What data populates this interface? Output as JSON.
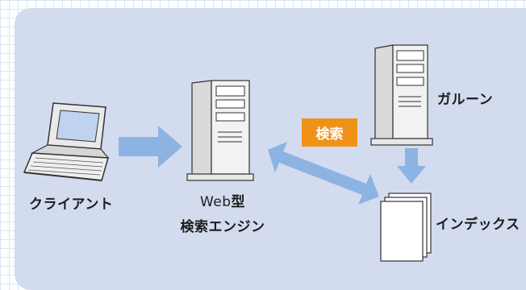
{
  "labels": {
    "client": "クライアント",
    "engine_line1": "Web",
    "engine_line1_bold": "型",
    "engine_line2": "検索エンジン",
    "garoon": "ガルーン",
    "index": "インデックス",
    "search_tag": "検索"
  },
  "colors": {
    "background_grid": "#d8e8f6",
    "panel": "#d3dbef",
    "arrow": "#8db3e2",
    "tag": "#f09217"
  },
  "icons": [
    "laptop-icon",
    "server-tower-icon",
    "server-tower-icon",
    "documents-icon"
  ]
}
